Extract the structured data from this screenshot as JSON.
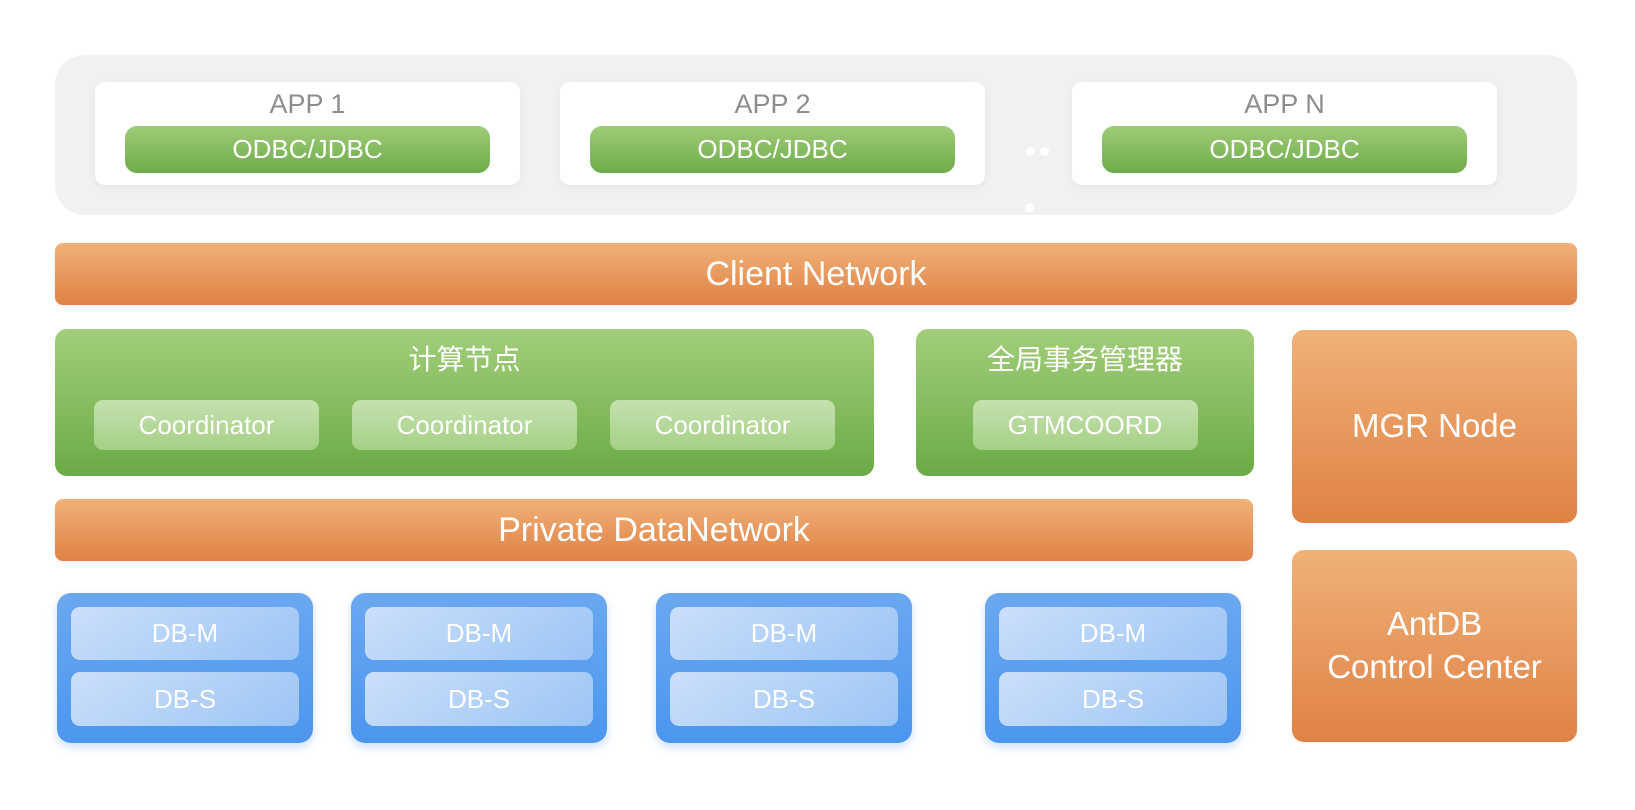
{
  "colors": {
    "orange_top": "#f0b177",
    "orange_bottom": "#df8246",
    "green_top": "#a2ce7a",
    "green_bottom": "#6aab46",
    "green_chip_top": "#c4e1ae",
    "green_chip_bottom": "#a5d086",
    "blue_top": "#6aa8f0",
    "blue_bottom": "#4c96ef",
    "blue_chip_top": "#cbdffa",
    "blue_chip_bottom": "#9cc5f5",
    "container_gray": "#f1f1f2",
    "app_title_gray": "#8b8e90",
    "text_white": "#ffffff"
  },
  "app_layer": {
    "apps": [
      {
        "title": "APP 1",
        "connector": "ODBC/JDBC"
      },
      {
        "title": "APP 2",
        "connector": "ODBC/JDBC"
      },
      {
        "title": "APP N",
        "connector": "ODBC/JDBC"
      }
    ]
  },
  "client_network": {
    "label": "Client Network"
  },
  "compute_node": {
    "title": "计算节点",
    "coordinators": [
      "Coordinator",
      "Coordinator",
      "Coordinator"
    ]
  },
  "gtm": {
    "title": "全局事务管理器",
    "node": "GTMCOORD"
  },
  "mgr_node": {
    "label": "MGR Node"
  },
  "private_network": {
    "label": "Private DataNetwork"
  },
  "db_groups": [
    {
      "master": "DB-M",
      "standby": "DB-S"
    },
    {
      "master": "DB-M",
      "standby": "DB-S"
    },
    {
      "master": "DB-M",
      "standby": "DB-S"
    },
    {
      "master": "DB-M",
      "standby": "DB-S"
    }
  ],
  "control_center": {
    "line1": "AntDB",
    "line2": "Control Center"
  }
}
